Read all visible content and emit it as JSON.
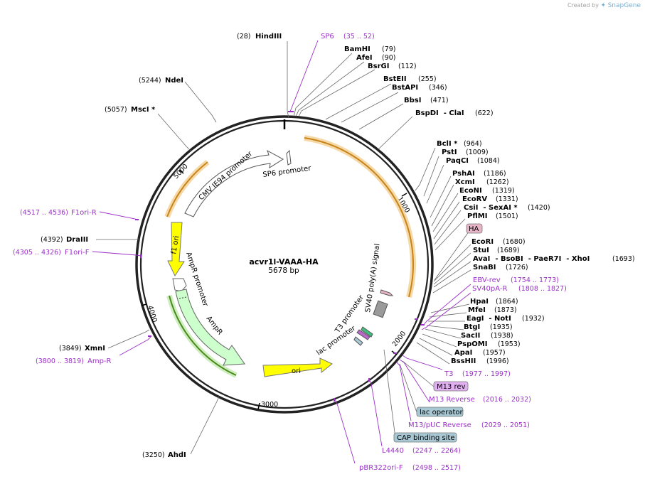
{
  "app": {
    "credit_prefix": "Created by",
    "credit_brand": "SnapGene"
  },
  "plasmid": {
    "name": "acvr1l-VAAA-HA",
    "length_label": "5678 bp"
  },
  "colors": {
    "primer": "#9b30c8",
    "backbone": "#222222",
    "ori": "#ffff00",
    "ampr": "#ccffcc",
    "ha": "#e8b4c8",
    "misc": "#a8c8d4",
    "orf_orange": "#e8a040"
  },
  "ticks": [
    "1000",
    "2000",
    "3000",
    "4000",
    "5000"
  ],
  "enzymes": [
    {
      "name": "HindIII",
      "pos": "(28)"
    },
    {
      "name": "BamHI",
      "pos": "(79)"
    },
    {
      "name": "AfeI",
      "pos": "(90)"
    },
    {
      "name": "BsrGI",
      "pos": "(112)"
    },
    {
      "name": "BstEII",
      "pos": "(255)"
    },
    {
      "name": "BstAPI",
      "pos": "(346)"
    },
    {
      "name": "BbsI",
      "pos": "(471)"
    },
    {
      "name": "BspDI  - ClaI",
      "pos": "(622)"
    },
    {
      "name": "BclI *",
      "pos": "(964)"
    },
    {
      "name": "PstI",
      "pos": "(1009)"
    },
    {
      "name": "PaqCI",
      "pos": "(1084)"
    },
    {
      "name": "PshAI",
      "pos": "(1186)"
    },
    {
      "name": "XcmI",
      "pos": "(1262)"
    },
    {
      "name": "EcoNI",
      "pos": "(1319)"
    },
    {
      "name": "EcoRV",
      "pos": "(1331)"
    },
    {
      "name": "CsiI  - SexAI *",
      "pos": "(1420)"
    },
    {
      "name": "PflMI",
      "pos": "(1501)"
    },
    {
      "name": "EcoRI",
      "pos": "(1680)"
    },
    {
      "name": "StuI",
      "pos": "(1689)"
    },
    {
      "name": "AvaI  - BsoBI  - PaeR7I  - XhoI",
      "pos": "(1693)"
    },
    {
      "name": "SnaBI",
      "pos": "(1726)"
    },
    {
      "name": "HpaI",
      "pos": "(1864)"
    },
    {
      "name": "MfeI",
      "pos": "(1873)"
    },
    {
      "name": "EagI  - NotI",
      "pos": "(1932)"
    },
    {
      "name": "BtgI",
      "pos": "(1935)"
    },
    {
      "name": "SacII",
      "pos": "(1938)"
    },
    {
      "name": "PspOMI",
      "pos": "(1953)"
    },
    {
      "name": "ApaI",
      "pos": "(1957)"
    },
    {
      "name": "BssHII",
      "pos": "(1996)"
    },
    {
      "name": "NdeI",
      "pos": "(5244)"
    },
    {
      "name": "MscI *",
      "pos": "(5057)"
    },
    {
      "name": "DraIII",
      "pos": "(4392)"
    },
    {
      "name": "XmnI",
      "pos": "(3849)"
    },
    {
      "name": "AhdI",
      "pos": "(3250)"
    }
  ],
  "primers": [
    {
      "name": "SP6",
      "pos": "(35 .. 52)"
    },
    {
      "name": "EBV-rev",
      "pos": "(1754 .. 1773)"
    },
    {
      "name": "SV40pA-R",
      "pos": "(1808 .. 1827)"
    },
    {
      "name": "T3",
      "pos": "(1977 .. 1997)"
    },
    {
      "name": "M13 Reverse",
      "pos": "(2016 .. 2032)"
    },
    {
      "name": "M13/pUC Reverse",
      "pos": "(2029 .. 2051)"
    },
    {
      "name": "L4440",
      "pos": "(2247 .. 2264)"
    },
    {
      "name": "pBR322ori-F",
      "pos": "(2498 .. 2517)"
    },
    {
      "name": "F1ori-R",
      "pos": "(4517 .. 4536)"
    },
    {
      "name": "F1ori-F",
      "pos": "(4305 .. 4326)"
    },
    {
      "name": "Amp-R",
      "pos": "(3800 .. 3819)"
    }
  ],
  "boxed_features": {
    "ha": "HA",
    "m13rev": "M13 rev",
    "lacop": "lac operator",
    "cap": "CAP binding site"
  },
  "features": {
    "sp6_promoter": "SP6 promoter",
    "cmv_promoter": "CMV IE94 promoter",
    "f1_ori": "f1 ori",
    "ampr_promoter": "AmpR promoter",
    "ampr": "AmpR",
    "ori": "ori",
    "lac_promoter": "lac promoter",
    "t3_promoter": "T3 promoter",
    "sv40_signal": "SV40 poly(A) signal"
  }
}
